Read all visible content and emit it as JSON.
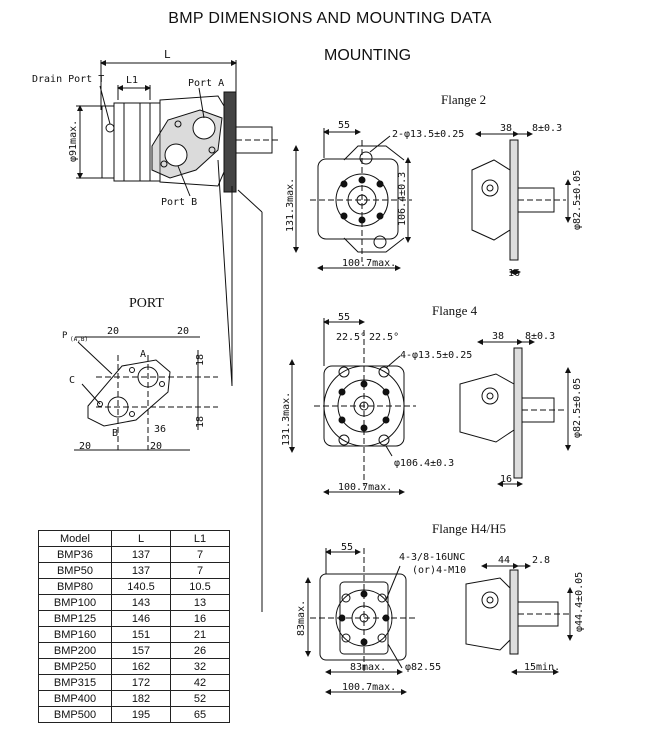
{
  "header": {
    "title": "BMP DIMENSIONS AND  MOUNTING DATA",
    "mounting": "MOUNTING"
  },
  "motor_view": {
    "L": "L",
    "L1": "L1",
    "drain_port": "Drain Port T",
    "port_a": "Port A",
    "port_b": "Port B",
    "diameter": "φ91max."
  },
  "port_section": {
    "title": "PORT",
    "p_label": "P",
    "p_sub": "(A,B)",
    "a": "A",
    "b": "B",
    "c": "C",
    "dim_20a": "20",
    "dim_20b": "20",
    "dim_20c": "20",
    "dim_20d": "20",
    "dim_18a": "18",
    "dim_18b": "18",
    "dim_36": "36"
  },
  "flange2": {
    "title": "Flange  2",
    "dim_55": "55",
    "holes": "2-φ13.5±0.25",
    "height": "131.3max.",
    "pcd": "106.4±0.3",
    "width": "100.7max.",
    "dim_38": "38",
    "dim_8": "8±0.3",
    "pilot": "φ82.5±0.05",
    "dim_16": "16"
  },
  "flange4": {
    "title": "Flange  4",
    "dim_55": "55",
    "angle_left": "22.5°",
    "angle_right": "22.5°",
    "holes": "4-φ13.5±0.25",
    "height": "131.3max.",
    "pcd": "φ106.4±0.3",
    "width": "100.7max.",
    "dim_38": "38",
    "dim_8": "8±0.3",
    "pilot": "φ82.5±0.05",
    "dim_16": "16"
  },
  "flangeH": {
    "title": "Flange  H4/H5",
    "dim_55": "55",
    "thread": "4-3/8-16UNC",
    "thread_alt": "(or)4-M10",
    "height": "83max.",
    "pcd": "φ82.55",
    "width_83": "83max.",
    "width": "100.7max.",
    "dim_44": "44",
    "dim_28": "2.8",
    "pilot": "φ44.4±0.05",
    "dim_15": "15min."
  },
  "table": {
    "headers": [
      "Model",
      "L",
      "L1"
    ],
    "rows": [
      [
        "BMP36",
        "137",
        "7"
      ],
      [
        "BMP50",
        "137",
        "7"
      ],
      [
        "BMP80",
        "140.5",
        "10.5"
      ],
      [
        "BMP100",
        "143",
        "13"
      ],
      [
        "BMP125",
        "146",
        "16"
      ],
      [
        "BMP160",
        "151",
        "21"
      ],
      [
        "BMP200",
        "157",
        "26"
      ],
      [
        "BMP250",
        "162",
        "32"
      ],
      [
        "BMP315",
        "172",
        "42"
      ],
      [
        "BMP400",
        "182",
        "52"
      ],
      [
        "BMP500",
        "195",
        "65"
      ]
    ]
  }
}
